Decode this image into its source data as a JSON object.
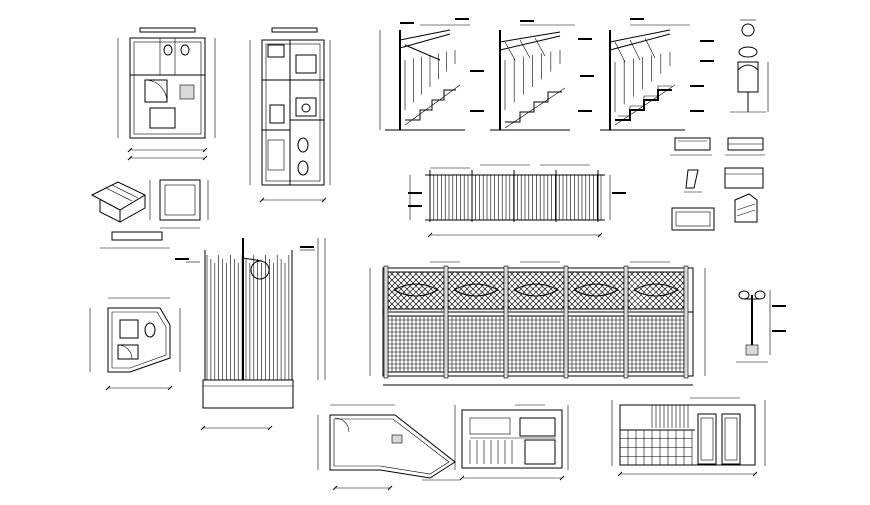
{
  "drawing": {
    "theme": {
      "background": "#ffffff",
      "line_color": "#000000"
    },
    "views": [
      "toilet-plan-a",
      "toilet-plan-b",
      "stair-elevation-1",
      "stair-elevation-2",
      "stair-elevation-3",
      "street-light-detail",
      "bench-elevation",
      "bench-section",
      "bench-isometric",
      "box-detail",
      "railing-elevation",
      "railing-details",
      "kiosk-plan",
      "gate-elevation",
      "wall-panel-elevation",
      "lamp-post-elevation",
      "toilet-plan-c",
      "shop-elevation-1",
      "shop-elevation-2"
    ]
  }
}
